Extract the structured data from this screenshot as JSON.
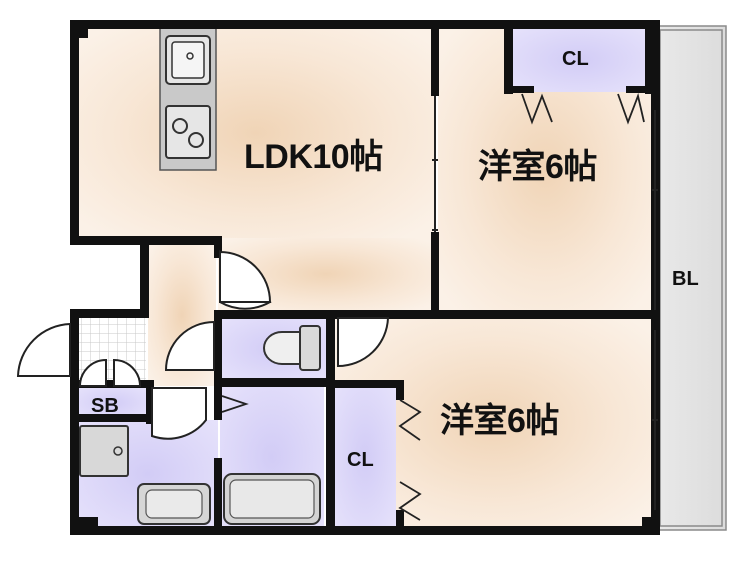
{
  "floorplan": {
    "rooms": {
      "ldk": "LDK10帖",
      "western_north": "洋室6帖",
      "western_south": "洋室6帖"
    },
    "storage": {
      "cl_north": "CL",
      "cl_south": "CL",
      "sb": "SB",
      "balcony": "BL"
    },
    "colors": {
      "wall": "#111111",
      "room_floor": "#f5ddc4",
      "wet_area": "#ccc6f2",
      "balcony": "#e6e6e6",
      "fixture_gray": "#c8c8c8"
    }
  }
}
